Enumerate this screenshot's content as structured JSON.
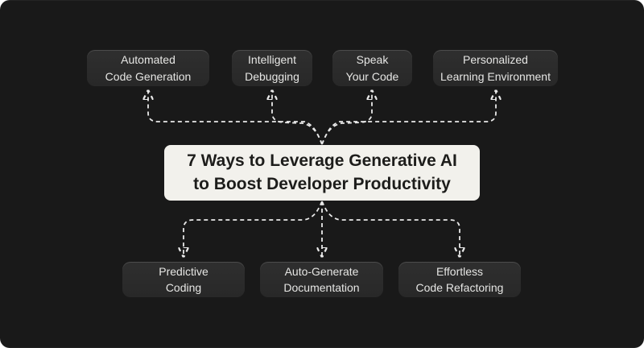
{
  "title": "7 Ways to Leverage Generative AI to Boost Developer Productivity",
  "center": {
    "label": "7 Ways to Leverage Generative AI to Boost Developer Productivity",
    "lines": [
      "7 Ways to Leverage Generative AI",
      "to Boost Developer Productivity"
    ]
  },
  "nodes": {
    "top": [
      {
        "label": "Automated Code Generation",
        "lines": [
          "Automated",
          "Code Generation"
        ]
      },
      {
        "label": "Intelligent Debugging",
        "lines": [
          "Intelligent",
          "Debugging"
        ]
      },
      {
        "label": "Speak Your Code",
        "lines": [
          "Speak",
          "Your Code"
        ]
      },
      {
        "label": "Personalized Learning Environment",
        "lines": [
          "Personalized",
          "Learning Environment"
        ]
      }
    ],
    "bottom": [
      {
        "label": "Predictive Coding",
        "lines": [
          "Predictive",
          "Coding"
        ]
      },
      {
        "label": "Auto-Generate Documentation",
        "lines": [
          "Auto-Generate",
          "Documentation"
        ]
      },
      {
        "label": "Effortless Code Refactoring",
        "lines": [
          "Effortless",
          "Code Refactoring"
        ]
      }
    ]
  },
  "colors": {
    "canvas_bg": "#191919",
    "node_bg_top": "#2f2f2f",
    "node_bg_bottom": "#282828",
    "node_text": "#e6e6e4",
    "center_bg": "#f2f1ec",
    "center_text": "#1d1d1b",
    "connector": "#e9e9e9"
  }
}
